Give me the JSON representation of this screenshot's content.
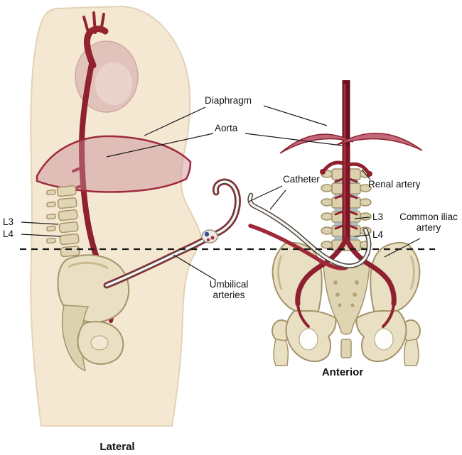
{
  "figure": {
    "caption_lateral": "Lateral",
    "caption_anterior": "Anterior"
  },
  "annotations": {
    "diaphragm": "Diaphragm",
    "aorta": "Aorta",
    "catheter": "Catheter",
    "renal_artery": "Renal artery",
    "l3_left": "L3",
    "l4_left": "L4",
    "l3_right": "L3",
    "l4_right": "L4",
    "common_iliac_artery": "Common iliac artery",
    "umbilical_arteries": "Umbilical arteries"
  },
  "colors": {
    "artery_dark": "#7c1423",
    "artery": "#8e2030",
    "artery_light": "#b54050",
    "diaphragm_fill": "#c98a94",
    "bone": "#e9dfc3",
    "bone_outline": "#a5946a",
    "skin": "#f5e8d3",
    "catheter_white": "#f7f5f1",
    "catheter_outline": "#4a443c",
    "label_text": "#111111"
  }
}
